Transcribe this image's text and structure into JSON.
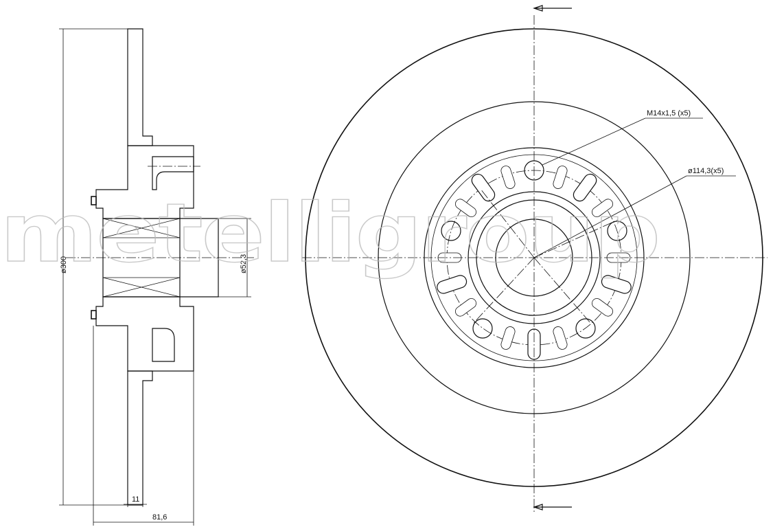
{
  "drawing": {
    "watermark": "metelligroup",
    "dimensions": {
      "overall_diameter": "ø300",
      "center_bore": "ø52,3",
      "disc_thickness": "11",
      "overall_height": "81,6",
      "thread_spec": "M14x1,5 (x5)",
      "bolt_circle": "ø114,3(x5)"
    },
    "colors": {
      "line": "#111111",
      "watermark": "#b8b8b8",
      "background": "#ffffff"
    }
  }
}
